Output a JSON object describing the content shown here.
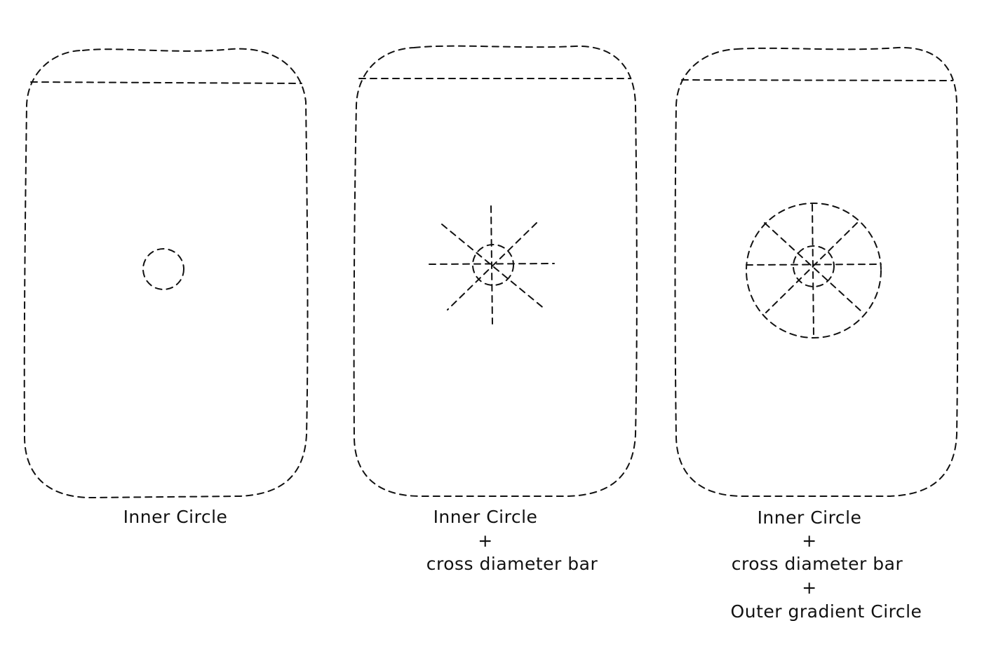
{
  "panels": [
    {
      "caption_lines": [
        "Inner Circle"
      ]
    },
    {
      "caption_lines": [
        "Inner Circle",
        "+",
        "cross diameter bar"
      ]
    },
    {
      "caption_lines": [
        "Inner Circle",
        "+",
        "cross diameter bar",
        "+",
        "Outer gradient Circle"
      ]
    }
  ],
  "colors": {
    "stroke": "#111111",
    "background": "#ffffff"
  }
}
